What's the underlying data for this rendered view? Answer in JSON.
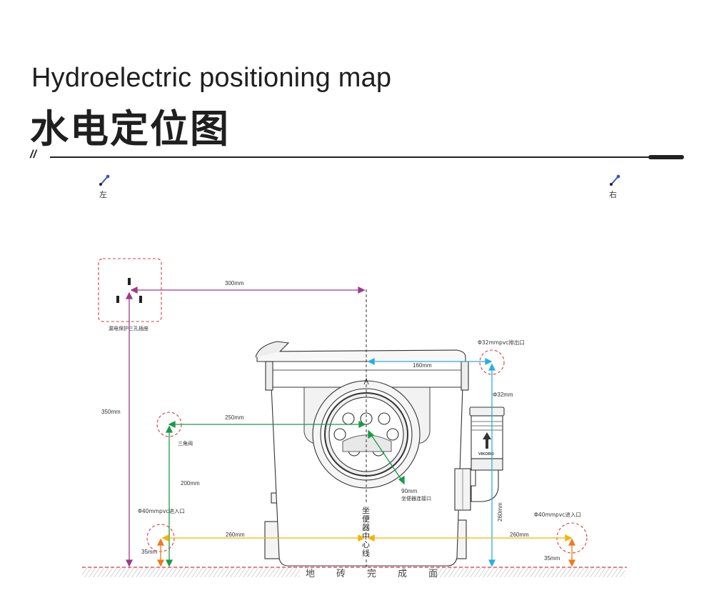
{
  "header": {
    "title_en": "Hydroelectric positioning map",
    "title_zh": "水电定位图",
    "separator_mark": "//"
  },
  "pins": {
    "left_label": "左",
    "right_label": "右"
  },
  "labels": {
    "socket": "漏电保护三孔插座",
    "dim_300": "300mm",
    "dim_350": "350mm",
    "outlet_top": "Φ32mmpvc排出口",
    "dim_160": "160mm",
    "dim_phi32": "Φ32mm",
    "dim_250": "250mm",
    "valve": "三角阀",
    "dim_200": "200mm",
    "dim_90": "90mm",
    "toilet_port": "坐便器连接口",
    "inlet_left": "Φ40mmpvc进入口",
    "inlet_right": "Φ40mmpvc进入口",
    "dim_260_left": "260mm",
    "dim_260_right": "260mm",
    "dim_260_vertical": "260mm",
    "dim_35_left": "35mm",
    "dim_35_right": "35mm",
    "center_line": [
      "坐",
      "便",
      "器",
      "中",
      "心",
      "线"
    ],
    "floor": [
      "地",
      "砖",
      "完",
      "成",
      "面"
    ],
    "brand": "VIKORO"
  },
  "colors": {
    "purple": "#9b3b8c",
    "green": "#1a9a48",
    "yellow": "#f2b600",
    "cyan": "#2aaee0",
    "orange": "#f07a1c",
    "red_dash": "#e0393b",
    "ink": "#222222"
  }
}
